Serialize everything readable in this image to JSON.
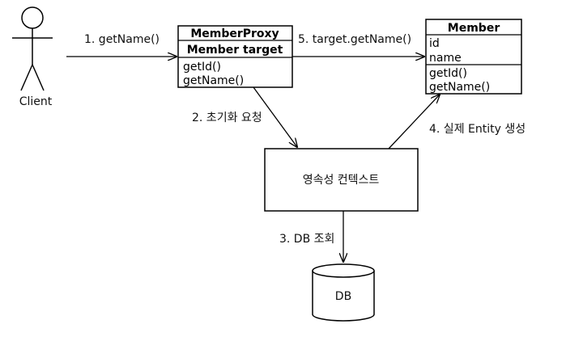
{
  "actor": {
    "label": "Client"
  },
  "proxy": {
    "title": "MemberProxy",
    "field": "Member target",
    "methods": [
      "getId()",
      "getName()"
    ]
  },
  "member": {
    "title": "Member",
    "fields": [
      "id",
      "name"
    ],
    "methods": [
      "getId()",
      "getName()"
    ]
  },
  "context": {
    "label": "영속성 컨텍스트"
  },
  "db": {
    "label": "DB"
  },
  "arrows": {
    "step1": "1. getName()",
    "step2": "2. 초기화 요청",
    "step3": "3. DB 조회",
    "step4": "4. 실제 Entity 생성",
    "step5": "5. target.getName()"
  }
}
